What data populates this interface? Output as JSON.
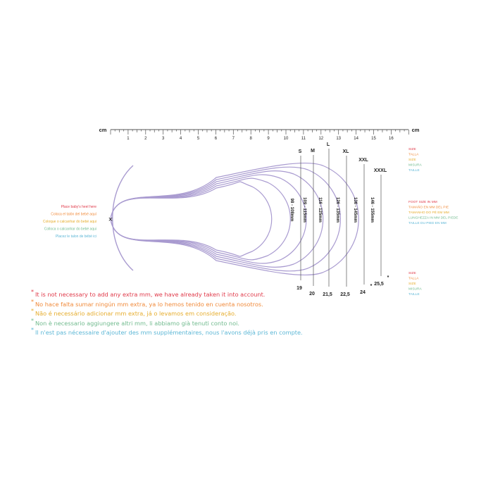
{
  "colors": {
    "ruler": "#555555",
    "curve": "#a99bd0",
    "text": "#222222",
    "red": "#e03a4a",
    "orange": "#f08a3a",
    "yellow": "#e6ad2e",
    "green": "#72bb8f",
    "blue": "#5db7d6"
  },
  "ruler": {
    "unit_left": "cm",
    "unit_right": "cm",
    "ticks": [
      "1",
      "2",
      "3",
      "4",
      "5",
      "6",
      "7",
      "8",
      "9",
      "10",
      "11",
      "12",
      "13",
      "14",
      "15",
      "16"
    ]
  },
  "heel_marker": "×",
  "heel_labels": [
    {
      "text": "Place baby's heel here",
      "color": "red"
    },
    {
      "text": "Coloca el talón del bebé aquí",
      "color": "orange"
    },
    {
      "text": "Coloque o calcanhar do bebé aqui",
      "color": "yellow"
    },
    {
      "text": "Colloca o calcanhar do bebé aqui",
      "color": "green"
    },
    {
      "text": "Placez le talon de bébé ici",
      "color": "blue"
    }
  ],
  "sizes": [
    {
      "size": "S",
      "range": "98 - 108mm",
      "eu": "19",
      "note": ""
    },
    {
      "size": "M",
      "range": "109 - 115mm",
      "eu": "20",
      "note": ""
    },
    {
      "size": "L",
      "range": "116 - 125mm",
      "eu": "21,5",
      "note": ""
    },
    {
      "size": "XL",
      "range": "126 - 135mm",
      "eu": "22,5",
      "note": ""
    },
    {
      "size": "XXL",
      "range": "136 - 145mm",
      "eu": "24",
      "note": "*"
    },
    {
      "size": "XXXL",
      "range": "146 - 155mm",
      "eu": "25,5",
      "note": "*"
    }
  ],
  "legend_size_top": [
    {
      "text": "SIZE",
      "color": "red"
    },
    {
      "text": "TALLA",
      "color": "orange"
    },
    {
      "text": "SIZE",
      "color": "yellow"
    },
    {
      "text": "MISURA",
      "color": "green"
    },
    {
      "text": "TAILLE",
      "color": "blue"
    }
  ],
  "legend_foot": [
    {
      "text": "FOOT SIZE IN MM",
      "color": "red"
    },
    {
      "text": "TAMAÑO EN MM DEL PIE",
      "color": "orange"
    },
    {
      "text": "TAMANHO DO PÉ EM MM",
      "color": "yellow"
    },
    {
      "text": "LUNGHEZZA IN MM DEL PIEDE",
      "color": "green"
    },
    {
      "text": "TAILLE DU PIED EN MM",
      "color": "blue"
    }
  ],
  "legend_size_bottom": [
    {
      "text": "SIZE",
      "color": "red"
    },
    {
      "text": "TALLA",
      "color": "orange"
    },
    {
      "text": "SIZE",
      "color": "yellow"
    },
    {
      "text": "MISURA",
      "color": "green"
    },
    {
      "text": "TAILLE",
      "color": "blue"
    }
  ],
  "notes": [
    {
      "text": "It is not necessary to add any extra mm, we have already taken it into account.",
      "color": "red"
    },
    {
      "text": "No hace falta sumar ningún mm extra, ya lo hemos tenido en cuenta nosotros.",
      "color": "orange"
    },
    {
      "text": "Não é necessário adicionar mm extra, já o levamos em consideração.",
      "color": "yellow"
    },
    {
      "text": "Non è necessario aggiungere altri mm, li abbiamo già tenuti conto noi.",
      "color": "green"
    },
    {
      "text": "Il n'est pas nécessaire d'ajouter des mm supplémentaires, nous l'avons déjà pris en compte.",
      "color": "blue"
    }
  ]
}
